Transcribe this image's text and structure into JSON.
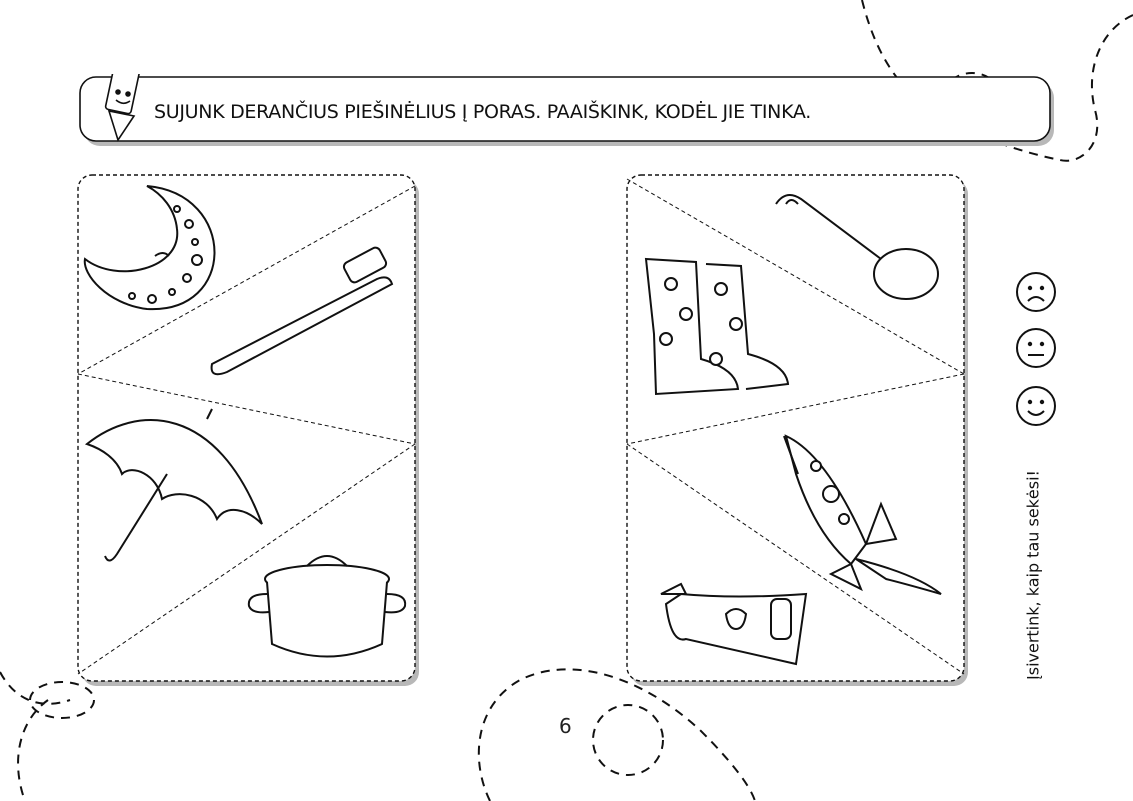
{
  "instruction": "SUJUNK DERANČIUS PIEŠINĖLIUS Į PORAS. PAAIŠKINK, KODĖL JIE TINKA.",
  "page_number": "6",
  "self_assessment": "Įsivertink, kaip tau sekėsi!",
  "cards": [
    {
      "side": "left",
      "pictures": [
        "moon-icon",
        "toothbrush-icon",
        "umbrella-icon",
        "pot-icon"
      ]
    },
    {
      "side": "right",
      "pictures": [
        "rain-boots-icon",
        "ladle-icon",
        "rocket-icon",
        "toothpaste-icon"
      ]
    }
  ],
  "smileys": [
    "sad-face-icon",
    "neutral-face-icon",
    "happy-face-icon"
  ],
  "colors": {
    "ink": "#111111",
    "shadow": "#b8b8b8",
    "background": "#ffffff"
  }
}
